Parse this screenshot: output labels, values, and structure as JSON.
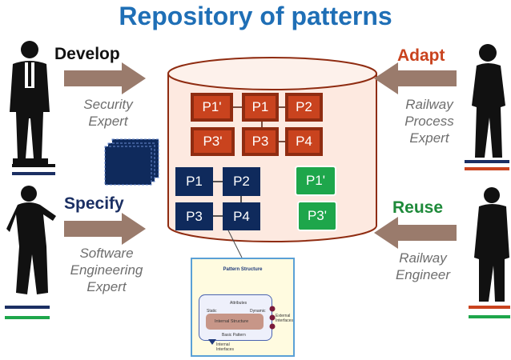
{
  "title": "Repository of patterns",
  "actions": {
    "develop": "Develop",
    "specify": "Specify",
    "adapt": "Adapt",
    "reuse": "Reuse"
  },
  "roles": {
    "security_expert": [
      "Security",
      "Expert"
    ],
    "software_engineering_expert": [
      "Software",
      "Engineering",
      "Expert"
    ],
    "railway_process_expert": [
      "Railway",
      "Process",
      "Expert"
    ],
    "railway_engineer": [
      "Railway",
      "Engineer"
    ]
  },
  "patterns": {
    "orange": [
      "P1'",
      "P1",
      "P2",
      "P3'",
      "P3",
      "P4"
    ],
    "navy": [
      "P1",
      "P2",
      "P3",
      "P4"
    ],
    "green": [
      "P1'",
      "P3'"
    ]
  },
  "pattern_structure": {
    "title": "Pattern Structure",
    "attributes": "Attributes",
    "static": "Static",
    "dynamic": "Dynamic",
    "internal_structure": "Internal Structure",
    "basic_pattern": "Basic Pattern",
    "external_interfaces": [
      "External",
      "Interfaces"
    ],
    "internal_interfaces": [
      "Internal",
      "Interfaces"
    ]
  },
  "colors": {
    "title": "#1f6fb6",
    "develop": "#111111",
    "specify": "#1b2f63",
    "adapt": "#c9431e",
    "reuse": "#1e8a3a",
    "arrow": "#9a7b6c",
    "orange_pattern": "#c9431e",
    "navy_pattern": "#0f2a5c",
    "green_pattern": "#1ea64b",
    "cylinder_fill": "#fde9e0",
    "cylinder_stroke": "#8f2c11"
  }
}
